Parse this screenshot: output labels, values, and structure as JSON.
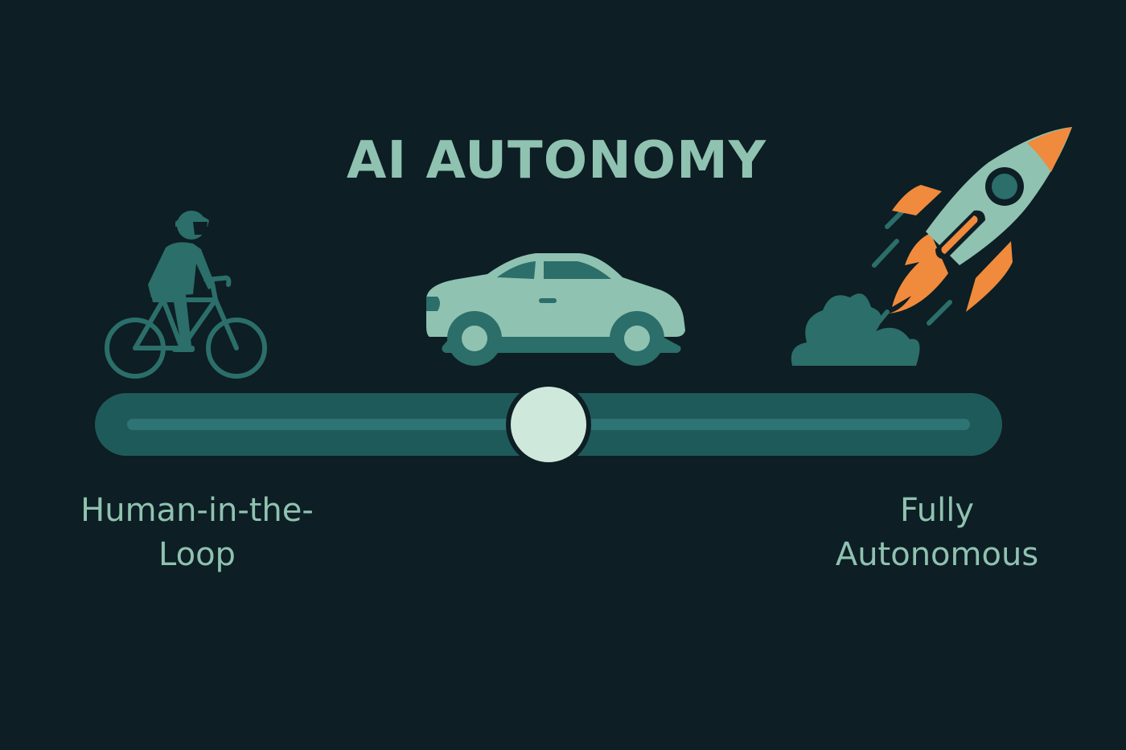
{
  "title": "AI AUTONOMY",
  "slider": {
    "left_label": [
      "Human-in-the-",
      "Loop"
    ],
    "right_label": [
      "Fully",
      "Autonomous"
    ],
    "position": 0.5
  },
  "icons": {
    "left": "bicycle-icon",
    "center": "car-icon",
    "right": "rocket-icon"
  },
  "colors": {
    "background": "#0d1e24",
    "title": "#8fc2b0",
    "label": "#8fc2b0",
    "track": "#1f5a5a",
    "groove": "#2f7474",
    "thumb": "#cfe8dc",
    "icon_dark": "#2b6e6a",
    "icon_light": "#8fc2b0",
    "accent": "#f08a3c"
  }
}
